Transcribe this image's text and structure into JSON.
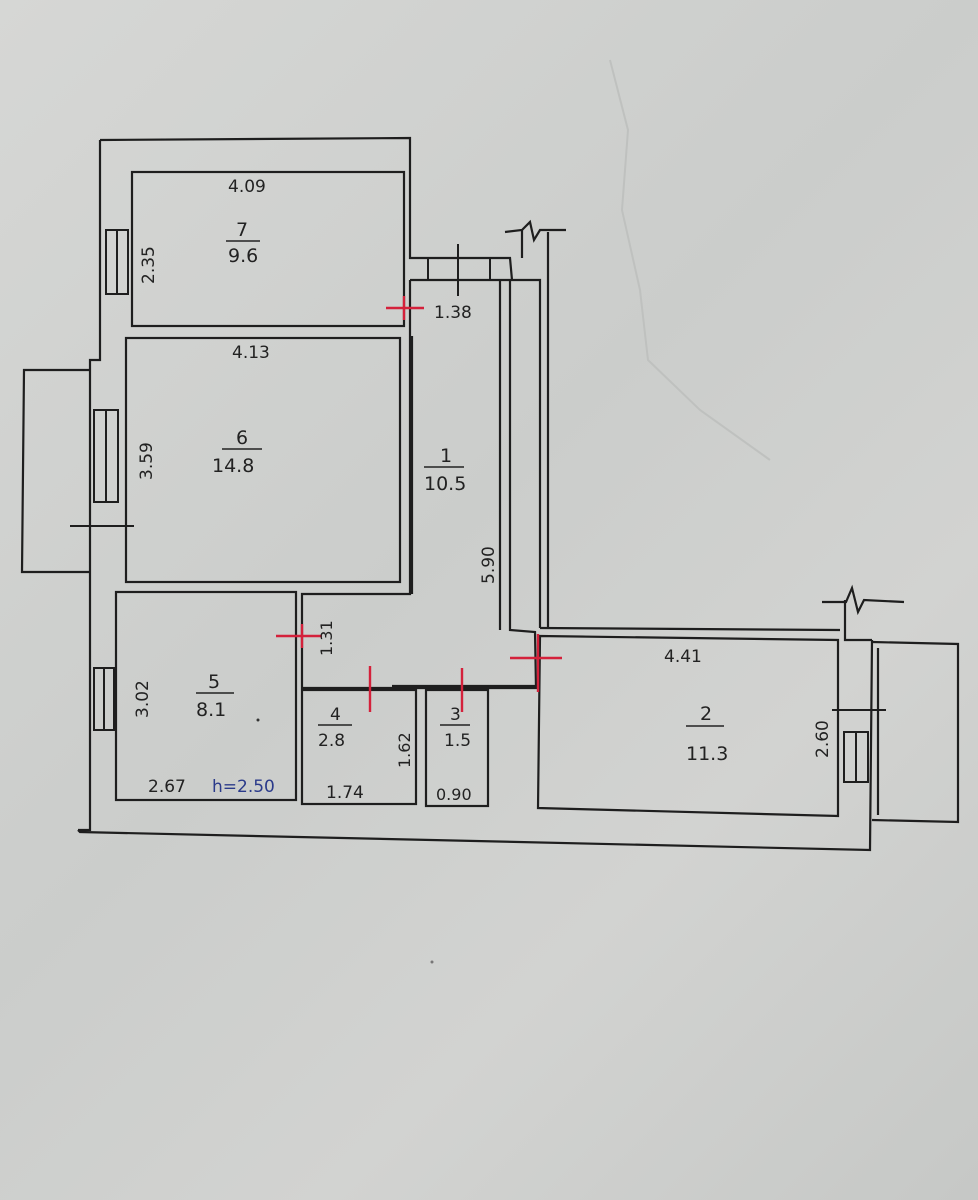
{
  "rooms": [
    {
      "number": "7",
      "area": "9.6",
      "width": "4.09",
      "length": "2.35"
    },
    {
      "number": "6",
      "area": "14.8",
      "width": "4.13",
      "length": "3.59"
    },
    {
      "number": "5",
      "area": "8.1",
      "width": "2.67",
      "length": "3.02"
    },
    {
      "number": "4",
      "area": "2.8",
      "width": "1.74",
      "length": "1.62"
    },
    {
      "number": "3",
      "area": "1.5",
      "width": "0.90"
    },
    {
      "number": "1",
      "area": "10.5",
      "width": "1.38",
      "length": "5.90",
      "extra": "1.31"
    },
    {
      "number": "2",
      "area": "11.3",
      "width": "4.41",
      "length": "2.60"
    }
  ],
  "ceiling_height": "h=2.50",
  "colors": {
    "ink": "#1e1e1e",
    "red_mark": "#d4213b",
    "blue_ink": "#2a3a8a",
    "paper": "#d3d4d2"
  }
}
